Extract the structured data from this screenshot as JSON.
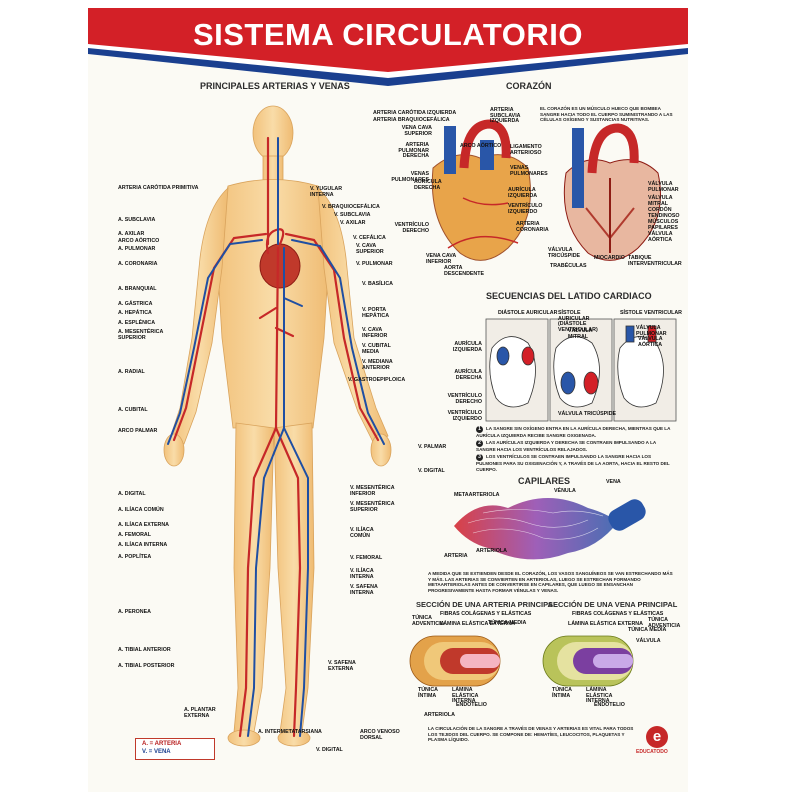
{
  "title": "SISTEMA CIRCULATORIO",
  "colors": {
    "artery": "#c62828",
    "vein": "#1f4fa3",
    "banner": "#d32027",
    "stripe": "#1a3f8f"
  },
  "sections": {
    "arteries_veins": "PRINCIPALES ARTERIAS Y VENAS",
    "heart": "CORAZÓN",
    "sequence": "SECUENCIAS DEL LATIDO CARDIACO",
    "capillaries": "CAPILARES",
    "artery_section": "SECCIÓN DE UNA ARTERIA PRINCIPAL",
    "vein_section": "SECCIÓN DE UNA VENA PRINCIPAL"
  },
  "body_left_labels": [
    "ARTERIA CARÓTIDA PRIMITIVA",
    "A. SUBCLAVIA",
    "A. AXILAR",
    "ARCO AÓRTICO",
    "A. PULMONAR",
    "A. CORONARIA",
    "A. BRANQUIAL",
    "A. GÁSTRICA",
    "A. HEPÁTICA",
    "A. ESPLÉNICA",
    "A. MESENTÉRICA SUPERIOR",
    "A. RADIAL",
    "A. CUBITAL",
    "ARCO PALMAR",
    "A. DIGITAL",
    "A. ILÍACA COMÚN",
    "A. ILÍACA EXTERNA",
    "A. FEMORAL",
    "A. ILÍACA INTERNA",
    "A. POPLÍTEA",
    "A. PERONEA",
    "A. TIBIAL ANTERIOR",
    "A. TIBIAL POSTERIOR",
    "A. PLANTAR EXTERNA",
    "A. INTERMETATARSIANA"
  ],
  "body_right_labels": [
    "V. YUGULAR INTERNA",
    "V. BRAQUIOCEFÁLICA",
    "V. SUBCLAVIA",
    "V. AXILAR",
    "V. CEFÁLICA",
    "V. CAVA SUPERIOR",
    "V. PULMONAR",
    "V. BASÍLICA",
    "V. PORTA HEPÁTICA",
    "V. CAVA INFERIOR",
    "V. CUBITAL MEDIA",
    "V. MEDIANA ANTERIOR",
    "V. GASTROEPIPLOICA",
    "V. PALMAR",
    "V. DIGITAL",
    "V. MESENTÉRICA INFERIOR",
    "V. MESENTÉRICA SUPERIOR",
    "V. ILÍACA COMÚN",
    "V. FEMORAL",
    "V. ILÍACA INTERNA",
    "V. SAFENA INTERNA",
    "V. SAFENA EXTERNA",
    "ARCO VENOSO DORSAL",
    "V. DIGITAL"
  ],
  "heart_left_labels": [
    "ARTERIA CARÓTIDA IZQUIERDA",
    "ARTERIA BRAQUIOCEFÁLICA",
    "VENA CAVA SUPERIOR",
    "ARTERIA PULMONAR DERECHA",
    "VENAS PULMONARES",
    "AURÍCULA DERECHA",
    "VENTRÍCULO DERECHO",
    "VENA CAVA INFERIOR",
    "AORTA DESCENDENTE"
  ],
  "heart_mid_labels": [
    "ARTERIA SUBCLAVIA IZQUIERDA",
    "ARCO AÓRTICO",
    "LIGAMENTO ARTERIOSO",
    "VENAS PULMONARES",
    "AURÍCULA IZQUIERDA",
    "VENTRÍCULO IZQUIERDO",
    "ARTERIA CORONARIA",
    "VÁLVULA TRICÚSPIDE",
    "TRABÉCULAS",
    "MIOCARDIO"
  ],
  "heart_right_labels": [
    "VÁLVULA PULMONAR",
    "VÁLVULA MITRAL",
    "CORDÓN TENDINOSO",
    "MÚSCULOS PAPILARES",
    "VÁLVULA AÓRTICA",
    "TABIQUE INTERVENTRICULAR"
  ],
  "heart_text": "EL CORAZÓN ES UN MÚSCULO HUECO QUE BOMBEA SANGRE HACIA TODO EL CUERPO SUMINISTRANDO A LAS CÉLULAS OXÍGENO Y SUSTANCIAS NUTRITIVAS.",
  "sequence_headers": [
    "DIÁSTOLE AURICULAR",
    "SÍSTOLE AURICULAR (DIÁSTOLE VENTRICULAR)",
    "SÍSTOLE VENTRICULAR"
  ],
  "sequence_labels": [
    "AURÍCULA IZQUIERDA",
    "AURÍCULA DERECHA",
    "VENTRÍCULO DERECHO",
    "VENTRÍCULO IZQUIERDO",
    "VÁLVULA MITRAL",
    "VÁLVULA TRICÚSPIDE",
    "VÁLVULA PULMONAR",
    "VÁLVULA AÓRTICA"
  ],
  "sequence_steps": [
    "LA SANGRE SIN OXÍGENO ENTRA EN LA AURÍCULA DERECHA, MIENTRAS QUE LA AURÍCULA IZQUIERDA RECIBE SANGRE OXIGENADA.",
    "LAS AURÍCULAS IZQUIERDA Y DERECHA SE CONTRAEN IMPULSANDO A LA SANGRE HACIA LOS VENTRÍCULOS RELAJADOS.",
    "LOS VENTRÍCULOS SE CONTRAEN IMPULSANDO LA SANGRE HACIA LOS PULMONES PARA SU OXIGENACIÓN Y, A TRAVÉS DE LA AORTA, HACIA EL RESTO DEL CUERPO."
  ],
  "capillary_labels": [
    "METAARTERIOLA",
    "VÉNULA",
    "VENA",
    "ARTERIOLA",
    "ARTERIA"
  ],
  "capillary_text": "A MEDIDA QUE SE EXTIENDEN DESDE EL CORAZÓN, LOS VASOS SANGUÍNEOS SE VAN ESTRECHANDO MÁS Y MÁS. LAS ARTERIAS SE CONVIERTEN EN ARTERIOLAS, LUEGO SE ESTRECHAN FORMANDO METAARTERIOLAS ANTES DE CONVERTIRSE EN CAPILARES, QUE LUEGO SE ENSANCHAN PROGRESIVAMENTE HASTA FORMAR VÉNULAS Y VENAS.",
  "artery_section_labels": [
    "TÚNICA ADVENTICIA",
    "FIBRAS COLÁGENAS Y ELÁSTICAS",
    "LÁMINA ELÁSTICA EXTERNA",
    "TÚNICA MEDIA",
    "TÚNICA ÍNTIMA",
    "LÁMINA ELÁSTICA INTERNA",
    "ENDOTELIO",
    "ARTERIOLA"
  ],
  "vein_section_labels": [
    "FIBRAS COLÁGENAS Y ELÁSTICAS",
    "TÚNICA ADVENTICIA",
    "LÁMINA ELÁSTICA EXTERNA",
    "TÚNICA MEDIA",
    "VÁLVULA",
    "TÚNICA ÍNTIMA",
    "LÁMINA ELÁSTICA INTERNA",
    "ENDOTELIO"
  ],
  "footer_text": "LA CIRCULACIÓN DE LA SANGRE A TRAVÉS DE VENAS Y ARTERIAS ES VITAL PARA TODOS LOS TEJIDOS DEL CUERPO. SE COMPONE DE: HEMATÍES, LEUCOCITOS, PLAQUETAS Y PLASMA LÍQUIDO.",
  "legend": {
    "artery": "A. = ARTERIA",
    "vein": "V. = VENA"
  },
  "logo": {
    "mark": "e",
    "name": "EDUCATODO"
  }
}
